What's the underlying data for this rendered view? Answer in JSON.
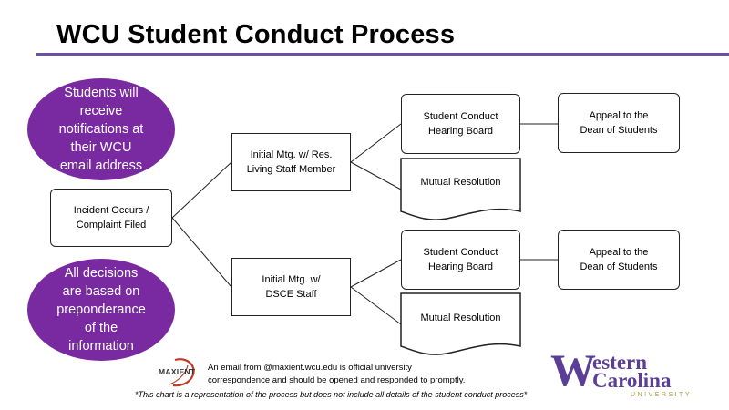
{
  "title": "WCU Student Conduct Process",
  "colors": {
    "accent": "#6b50a6",
    "bubble": "#7a2aa0",
    "logo_purple": "#5b3f96",
    "logo_gold": "#a89a3a"
  },
  "bubbles": {
    "notifications": "Students will\nreceive\nnotifications at\ntheir WCU\nemail address",
    "decisions": "All decisions\nare based on\npreponderance\nof the\ninformation"
  },
  "nodes": {
    "incident": "Incident Occurs /\nComplaint  Filed",
    "initial_res": "Initial Mtg. w/ Res.\nLiving Staff Member",
    "initial_dsce": "Initial Mtg. w/\nDSCE Staff",
    "hearing_board_top": "Student Conduct\nHearing Board",
    "hearing_board_bottom": "Student Conduct\nHearing Board",
    "mutual_top": "Mutual Resolution",
    "mutual_bottom": "Mutual Resolution",
    "appeal_top": "Appeal to the\nDean of Students",
    "appeal_bottom": "Appeal to the\nDean of Students"
  },
  "footer": {
    "maxient_logo": "MAXIENT",
    "email_note": "An email from @maxient.wcu.edu is official university\ncorrespondence and should be opened and responded to promptly.",
    "disclaimer": "*This chart is a representation of the process but does not include all details of the student conduct process*"
  },
  "logo": {
    "initial": "W",
    "line1": "estern",
    "line2": "Carolina",
    "line3": "UNIVERSITY"
  },
  "icons": {
    "maxient": "maxient-swoosh-icon"
  }
}
